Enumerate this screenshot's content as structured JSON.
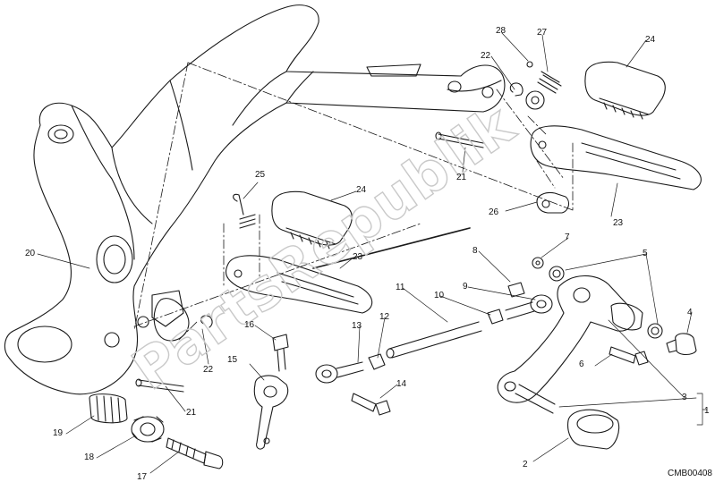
{
  "diagram": {
    "drawing_code": "CMB00408",
    "watermark": "PartsRepublik",
    "callouts": [
      "1",
      "2",
      "3",
      "4",
      "5",
      "6",
      "7",
      "8",
      "9",
      "10",
      "11",
      "12",
      "13",
      "14",
      "15",
      "16",
      "17",
      "18",
      "19",
      "20",
      "21",
      "21",
      "22",
      "22",
      "23",
      "23",
      "24",
      "24",
      "25",
      "26",
      "27",
      "28"
    ],
    "colors": {
      "line": "#1a1a1a",
      "watermark": "#c9c9c9",
      "background": "#ffffff"
    }
  }
}
